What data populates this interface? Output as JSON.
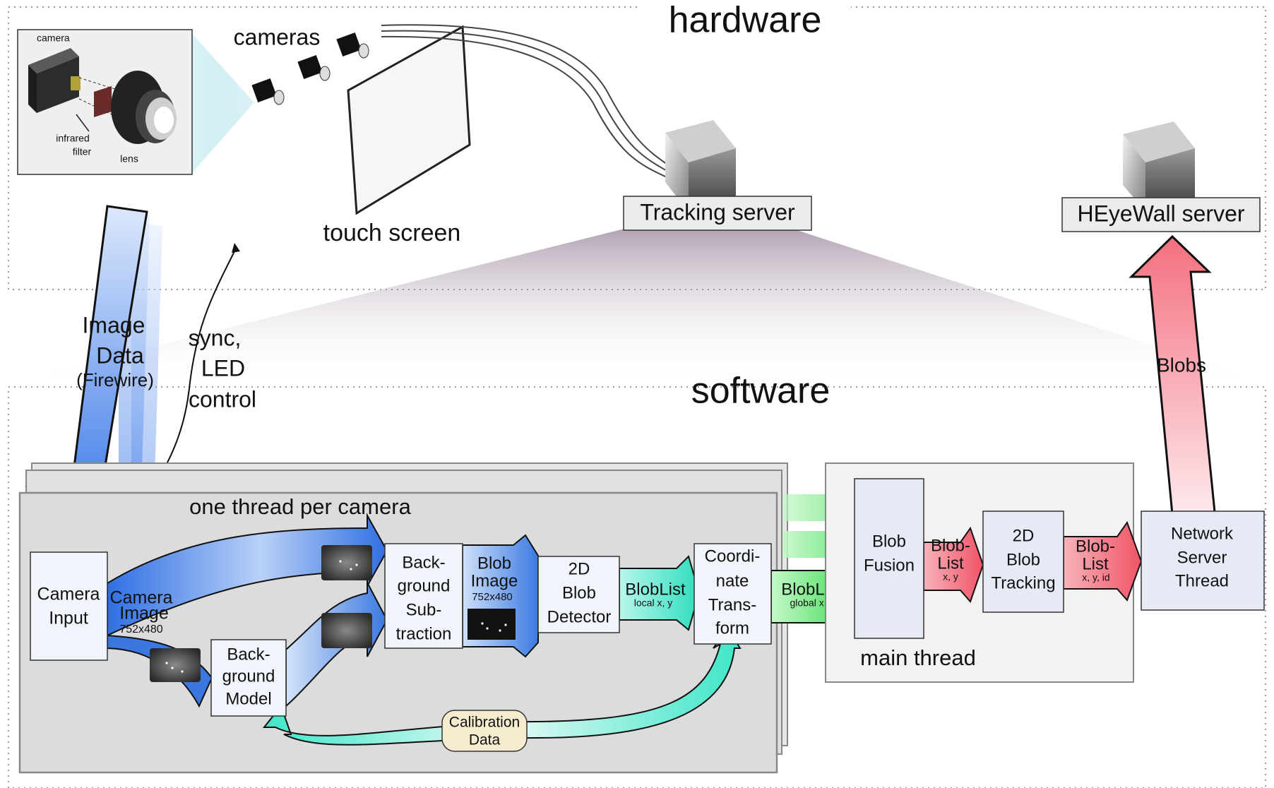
{
  "sections": {
    "hardware": "hardware",
    "software": "software"
  },
  "hardware": {
    "camera_detail": {
      "camera": "camera",
      "infrared_filter_1": "infrared",
      "infrared_filter_2": "filter",
      "lens": "lens"
    },
    "cameras": "cameras",
    "touch_screen": "touch screen",
    "tracking_server": "Tracking server",
    "heyewall_server": "HEyeWall server"
  },
  "flows": {
    "image_data_1": "Image",
    "image_data_2": "Data",
    "image_data_3": "(Firewire)",
    "sync_1": "sync,",
    "sync_2": "LED",
    "sync_3": "control",
    "blobs": "Blobs"
  },
  "camera_thread": {
    "title": "one thread per camera",
    "camera_input_1": "Camera",
    "camera_input_2": "Input",
    "camera_image_1": "Camera",
    "camera_image_2": "Image",
    "camera_image_res": "752x480",
    "bg_model_1": "Back-",
    "bg_model_2": "ground",
    "bg_model_3": "Model",
    "bg_sub_1": "Back-",
    "bg_sub_2": "ground",
    "bg_sub_3": "Sub-",
    "bg_sub_4": "traction",
    "blob_image_1": "Blob",
    "blob_image_2": "Image",
    "blob_image_res": "752x480",
    "detector_1": "2D",
    "detector_2": "Blob",
    "detector_3": "Detector",
    "bloblist_local": "BlobList",
    "bloblist_local_sub": "local x, y",
    "coord_1": "Coordi-",
    "coord_2": "nate",
    "coord_3": "Trans-",
    "coord_4": "form",
    "calibration_1": "Calibration",
    "calibration_2": "Data",
    "bloblist_global": "BlobList",
    "bloblist_global_sub": "global x, y"
  },
  "main_thread": {
    "title": "main thread",
    "fusion_1": "Blob",
    "fusion_2": "Fusion",
    "bloblist_a_1": "Blob-",
    "bloblist_a_2": "List",
    "bloblist_a_sub": "x, y",
    "tracking_1": "2D",
    "tracking_2": "Blob",
    "tracking_3": "Tracking",
    "bloblist_b_1": "Blob-",
    "bloblist_b_2": "List",
    "bloblist_b_sub": "x, y, id",
    "network_1": "Network",
    "network_2": "Server",
    "network_3": "Thread"
  },
  "colors": {
    "blue_flow": "#3a78e0",
    "cyan_flow": "#33e0c0",
    "green_flow": "#44e060",
    "red_flow": "#f06070",
    "box_fill": "#f2f4fc",
    "panel_fill": "#dcdcdc"
  }
}
